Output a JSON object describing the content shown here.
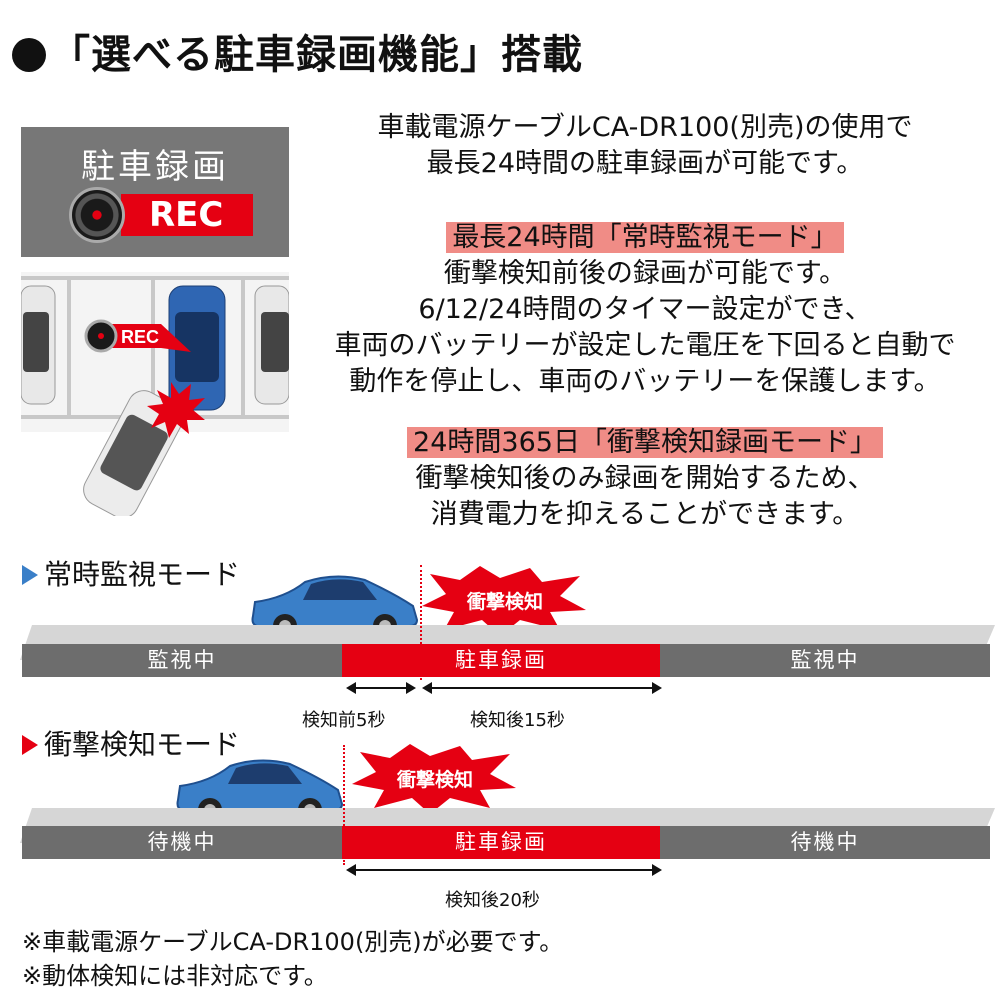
{
  "title": "「選べる駐車録画機能」搭載",
  "intro": [
    "車載電源ケーブルCA-DR100(別売)の使用で",
    "最長24時間の駐車録画が可能です。"
  ],
  "always_mode": {
    "heading": "最長24時間「常時監視モード」",
    "lines": [
      "衝撃検知前後の録画が可能です。",
      "6/12/24時間のタイマー設定ができ、",
      "車両のバッテリーが設定した電圧を下回ると自動で",
      "動作を停止し、車両のバッテリーを保護します。"
    ]
  },
  "impact_mode": {
    "heading": "24時間365日「衝撃検知録画モード」",
    "lines": [
      "衝撃検知後のみ録画を開始するため、",
      "消費電力を抑えることができます。"
    ]
  },
  "panel": {
    "title": "駐車録画",
    "rec": "REC"
  },
  "parking_rec": "REC",
  "diagram1": {
    "label": "常時監視モード",
    "burst": "衝撃検知",
    "segments": [
      "監視中",
      "駐車録画",
      "監視中"
    ],
    "before": "検知前5秒",
    "after": "検知後15秒"
  },
  "diagram2": {
    "label": "衝撃検知モード",
    "burst": "衝撃検知",
    "segments": [
      "待機中",
      "駐車録画",
      "待機中"
    ],
    "after": "検知後20秒"
  },
  "notes": [
    "※車載電源ケーブルCA-DR100(別売)が必要です。",
    "※動体検知には非対応です。"
  ],
  "colors": {
    "accent_red": "#e50012",
    "highlight": "#f08c86",
    "gray": "#6d6d6d",
    "blue": "#3a7fc8"
  }
}
